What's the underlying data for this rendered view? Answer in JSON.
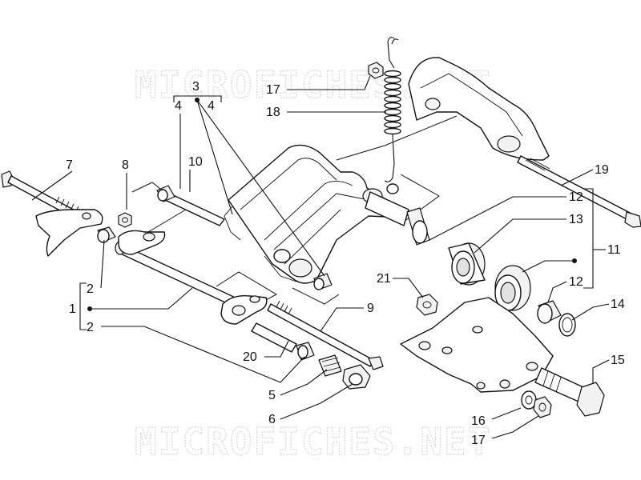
{
  "watermark": {
    "top": "MICROFICHES.NET",
    "bottom": "MICROFICHES.NET"
  },
  "callouts": {
    "c1": "1",
    "c2a": "2",
    "c2b": "2",
    "c3": "3",
    "c4a": "4",
    "c4b": "4",
    "c5": "5",
    "c6": "6",
    "c7": "7",
    "c8": "8",
    "c9": "9",
    "c10": "10",
    "c11": "11",
    "c12a": "12",
    "c12b": "12",
    "c13": "13",
    "c14": "14",
    "c15": "15",
    "c16": "16",
    "c17a": "17",
    "c17b": "17",
    "c18": "18",
    "c19": "19",
    "c20": "20",
    "c21": "21"
  }
}
